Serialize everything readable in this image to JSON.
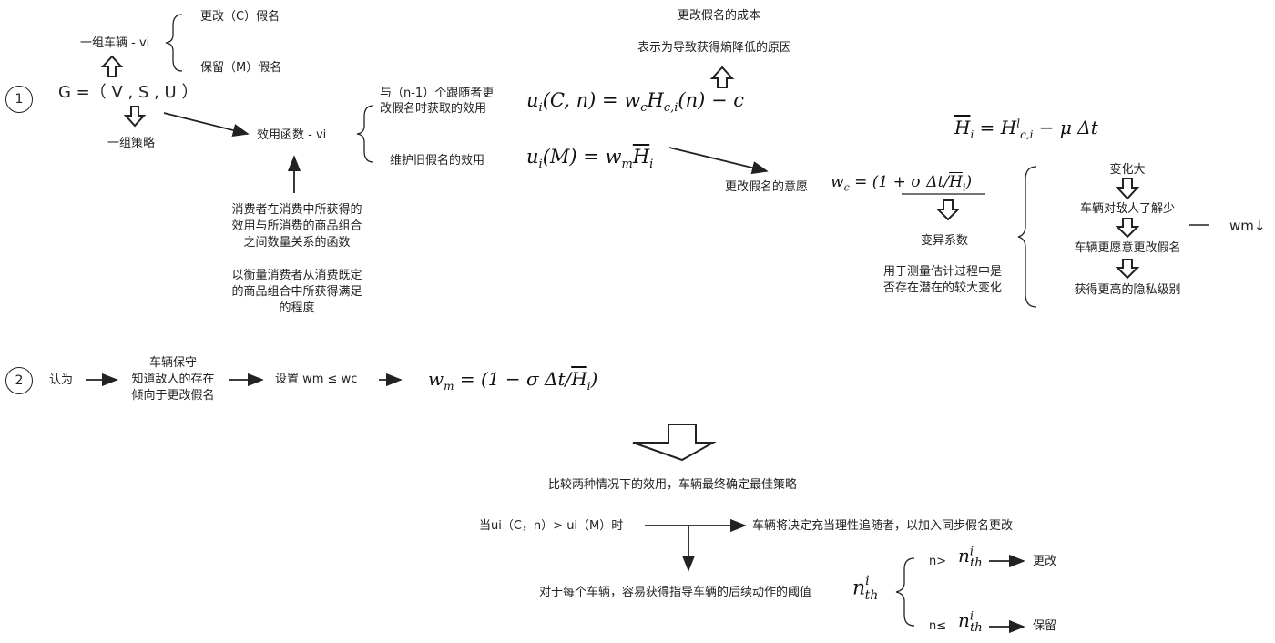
{
  "section1": {
    "number": "1",
    "vehicles_label": "一组车辆 - vi",
    "change_option": "更改（C）假名",
    "keep_option": "保留（M）假名",
    "game_definition": "G =（ V , S , U ）",
    "strategies_label": "一组策略",
    "utility_function_label": "效用函数 - vi",
    "utility_change_desc": [
      "与（n-1）个跟随者更",
      "改假名时获取的效用"
    ],
    "utility_keep_desc": "维护旧假名的效用",
    "utility_definition": [
      "消费者在消费中所获得的",
      "效用与所消费的商品组合",
      "之间数量关系的函数",
      "",
      "以衡量消费者从消费既定",
      "的商品组合中所获得满足",
      "的程度"
    ],
    "cost_title": "更改假名的成本",
    "cost_desc": "表示为导致获得熵降低的原因",
    "willingness_label": "更改假名的意愿",
    "variation_coefficient_label": "变异系数",
    "variation_coefficient_desc": [
      "用于测量估计过程中是",
      "否存在潜在的较大变化"
    ],
    "chain": [
      "变化大",
      "车辆对敌人了解少",
      "车辆更愿意更改假名",
      "获得更高的隐私级别"
    ],
    "chain_result": "wm↓"
  },
  "section2": {
    "number": "2",
    "reason_label": "认为",
    "conservative_desc": [
      "车辆保守",
      "知道敌人的存在",
      "倾向于更改假名"
    ],
    "setting_label": "设置 wm ≤ wc"
  },
  "conclusion": {
    "compare_text": "比较两种情况下的效用，车辆最终确定最佳策略",
    "condition_text": "当ui（C，n）> ui（M）时",
    "rational_follower_text": "车辆将决定充当理性追随者，以加入同步假名更改",
    "threshold_text": "对于每个车辆，容易获得指导车辆的后续动作的阈值",
    "branch_greater": "n>",
    "branch_less_equal": "n≤",
    "result_change": "更改",
    "result_keep": "保留"
  }
}
